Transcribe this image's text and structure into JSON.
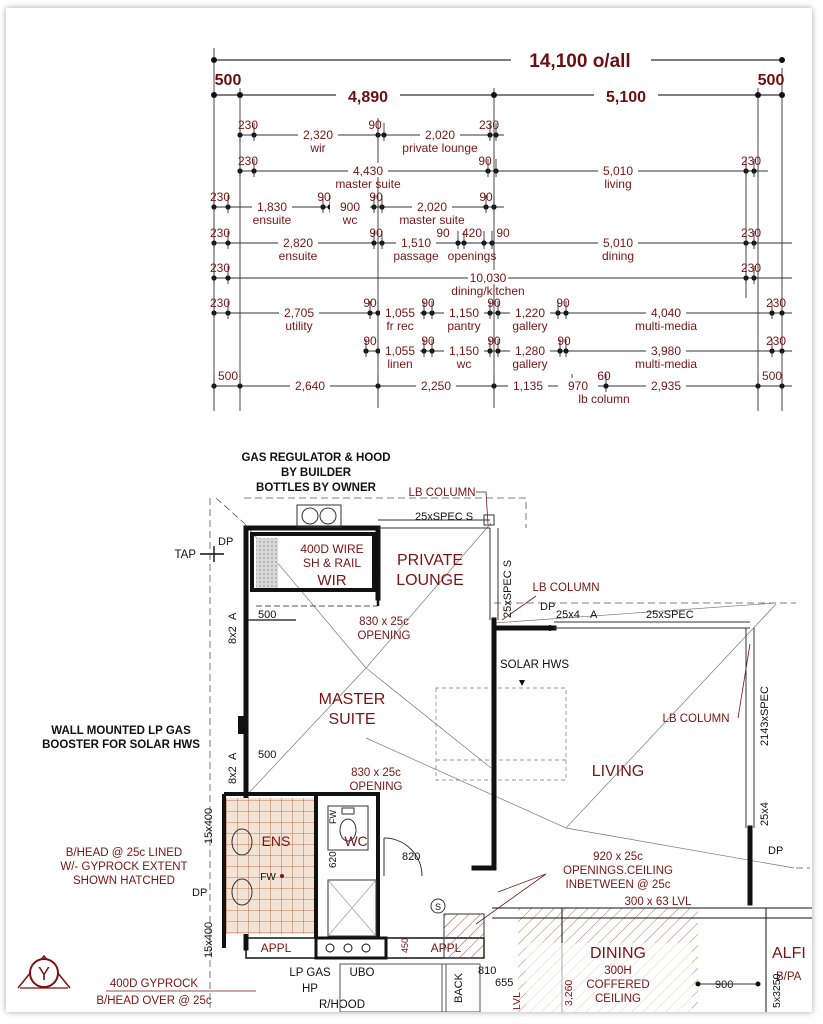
{
  "overall": {
    "total": "14,100 o/all",
    "left_eave": "500",
    "right_eave": "500",
    "left_span": "4,890",
    "right_span": "5,100"
  },
  "dim_rows": [
    {
      "row": 1,
      "items": [
        {
          "name": "230",
          "label": ""
        },
        {
          "name": "2,320",
          "label": "wir"
        },
        {
          "name": "90",
          "label": ""
        },
        {
          "name": "2,020",
          "label": "private lounge"
        },
        {
          "name": "230",
          "label": ""
        }
      ]
    },
    {
      "row": 2,
      "items": [
        {
          "name": "230",
          "label": ""
        },
        {
          "name": "4,430",
          "label": "master suite"
        },
        {
          "name": "90",
          "label": ""
        },
        {
          "name": "5,010",
          "label": "living"
        },
        {
          "name": "230",
          "label": ""
        }
      ]
    },
    {
      "row": 3,
      "items": [
        {
          "name": "230",
          "label": ""
        },
        {
          "name": "1,830",
          "label": "ensuite"
        },
        {
          "name": "90",
          "label": ""
        },
        {
          "name": "900",
          "label": "wc"
        },
        {
          "name": "90",
          "label": ""
        },
        {
          "name": "2,020",
          "label": "master suite"
        },
        {
          "name": "90",
          "label": ""
        }
      ]
    },
    {
      "row": 4,
      "items": [
        {
          "name": "230",
          "label": ""
        },
        {
          "name": "2,820",
          "label": "ensuite"
        },
        {
          "name": "90",
          "label": ""
        },
        {
          "name": "1,510",
          "label": "passage"
        },
        {
          "name": "90",
          "label": ""
        },
        {
          "name": "420",
          "label": "openings"
        },
        {
          "name": "90",
          "label": ""
        },
        {
          "name": "5,010",
          "label": "dining"
        },
        {
          "name": "230",
          "label": ""
        }
      ]
    },
    {
      "row": 5,
      "items": [
        {
          "name": "230",
          "label": ""
        },
        {
          "name": "10,030",
          "label": "dining/kitchen"
        },
        {
          "name": "230",
          "label": ""
        }
      ]
    },
    {
      "row": 6,
      "items": [
        {
          "name": "230",
          "label": ""
        },
        {
          "name": "2,705",
          "label": "utility"
        },
        {
          "name": "90",
          "label": ""
        },
        {
          "name": "1,055",
          "label": "fr rec"
        },
        {
          "name": "90",
          "label": ""
        },
        {
          "name": "1,150",
          "label": "pantry"
        },
        {
          "name": "90",
          "label": ""
        },
        {
          "name": "1,220",
          "label": "gallery"
        },
        {
          "name": "90",
          "label": ""
        },
        {
          "name": "4,040",
          "label": "multi-media"
        },
        {
          "name": "230",
          "label": ""
        }
      ]
    },
    {
      "row": 7,
      "items": [
        {
          "name": "90",
          "label": ""
        },
        {
          "name": "1,055",
          "label": "linen"
        },
        {
          "name": "90",
          "label": ""
        },
        {
          "name": "1,150",
          "label": "wc"
        },
        {
          "name": "90",
          "label": ""
        },
        {
          "name": "1,280",
          "label": "gallery"
        },
        {
          "name": "90",
          "label": ""
        },
        {
          "name": "3,980",
          "label": "multi-media"
        },
        {
          "name": "230",
          "label": ""
        }
      ]
    },
    {
      "row": 8,
      "items": [
        {
          "name": "500",
          "label": ""
        },
        {
          "name": "2,640",
          "label": ""
        },
        {
          "name": "2,250",
          "label": ""
        },
        {
          "name": "1,135",
          "label": ""
        },
        {
          "name": "970",
          "label": ""
        },
        {
          "name": "60",
          "label": "lb column"
        },
        {
          "name": "2,935",
          "label": ""
        },
        {
          "name": "500",
          "label": ""
        }
      ]
    }
  ],
  "notes": {
    "gas_regulator": [
      "GAS REGULATOR & HOOD",
      "BY BUILDER",
      "BOTTLES BY OWNER"
    ],
    "wall_booster": [
      "WALL MOUNTED LP GAS",
      "BOOSTER FOR SOLAR HWS"
    ],
    "bhead": [
      "B/HEAD @ 25c LINED",
      "W/- GYPROCK EXTENT",
      "SHOWN HATCHED"
    ],
    "gyprock": [
      "400D GYPROCK",
      "B/HEAD OVER @ 25c"
    ],
    "openings_ceiling": [
      "920 x 25c",
      "OPENINGS.CEILING",
      "INBETWEEN @ 25c"
    ],
    "lvl": "300 x 63 LVL",
    "tap": "TAP",
    "dp": "DP",
    "lb_column": "LB COLUMN"
  },
  "rooms": {
    "wir": "WIR",
    "wire": [
      "400D WIRE",
      "SH & RAIL"
    ],
    "private_lounge": [
      "PRIVATE",
      "LOUNGE"
    ],
    "master_suite": [
      "MASTER",
      "SUITE"
    ],
    "living": "LIVING",
    "ens": "ENS",
    "wc": "WC",
    "fw": "FW",
    "solar_hws": "SOLAR HWS",
    "dining": "DINING",
    "dining_ceiling": [
      "300H",
      "COFFERED",
      "CEILING"
    ],
    "alfresco": "ALFI",
    "alfresco_sub": "B/PA",
    "appl": "APPL",
    "ubo": "UBO",
    "lp_gas": "LP GAS",
    "hp": "HP",
    "rhood": "R/HOOD",
    "back": "BACK",
    "lvl_short": "LVL",
    "s": "S"
  },
  "openings": {
    "op1": [
      "830 x 25c",
      "OPENING"
    ],
    "op2": [
      "830 x 25c",
      "OPENING"
    ],
    "door_820": "820",
    "d620": "620",
    "d810": "810",
    "d655": "655",
    "d900": "900",
    "d3260": "3,260",
    "d3250": "5x3250",
    "d450": "450"
  },
  "wall_tags": {
    "spec_top": "25xSPEC S",
    "spec_vert": "25xSPEC S",
    "spec_living": "25xSPEC",
    "x25x4": "25x4",
    "x8x2": "8x2",
    "a": "A",
    "x500": "500",
    "x2143": "2143xSPEC",
    "x15x400": "15x400"
  },
  "logo": {
    "letter": "Y"
  }
}
